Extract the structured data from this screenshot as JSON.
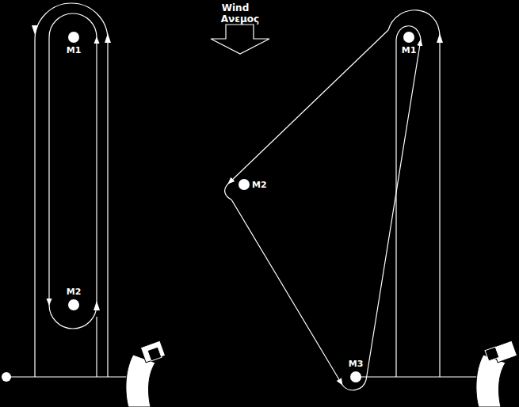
{
  "diagram": {
    "nodes": [
      {
        "text": [
          "M1"
        ]
      },
      {
        "text": [
          "M2"
        ]
      },
      {
        "text": [
          "M1"
        ]
      },
      {
        "text": [
          "M2"
        ]
      },
      {
        "text": [
          "M3"
        ]
      }
    ],
    "edges": [
      {
        "from": 0,
        "to": 1,
        "arrow": "to"
      },
      {
        "from": 1,
        "to": 0,
        "arrow": "to"
      },
      {
        "from": 2,
        "to": 3,
        "arrow": "to"
      },
      {
        "from": 3,
        "to": 4,
        "arrow": "to"
      },
      {
        "from": 4,
        "to": 2,
        "arrow": "to"
      }
    ],
    "labels": [
      "Wind",
      "Ανεμος"
    ]
  }
}
